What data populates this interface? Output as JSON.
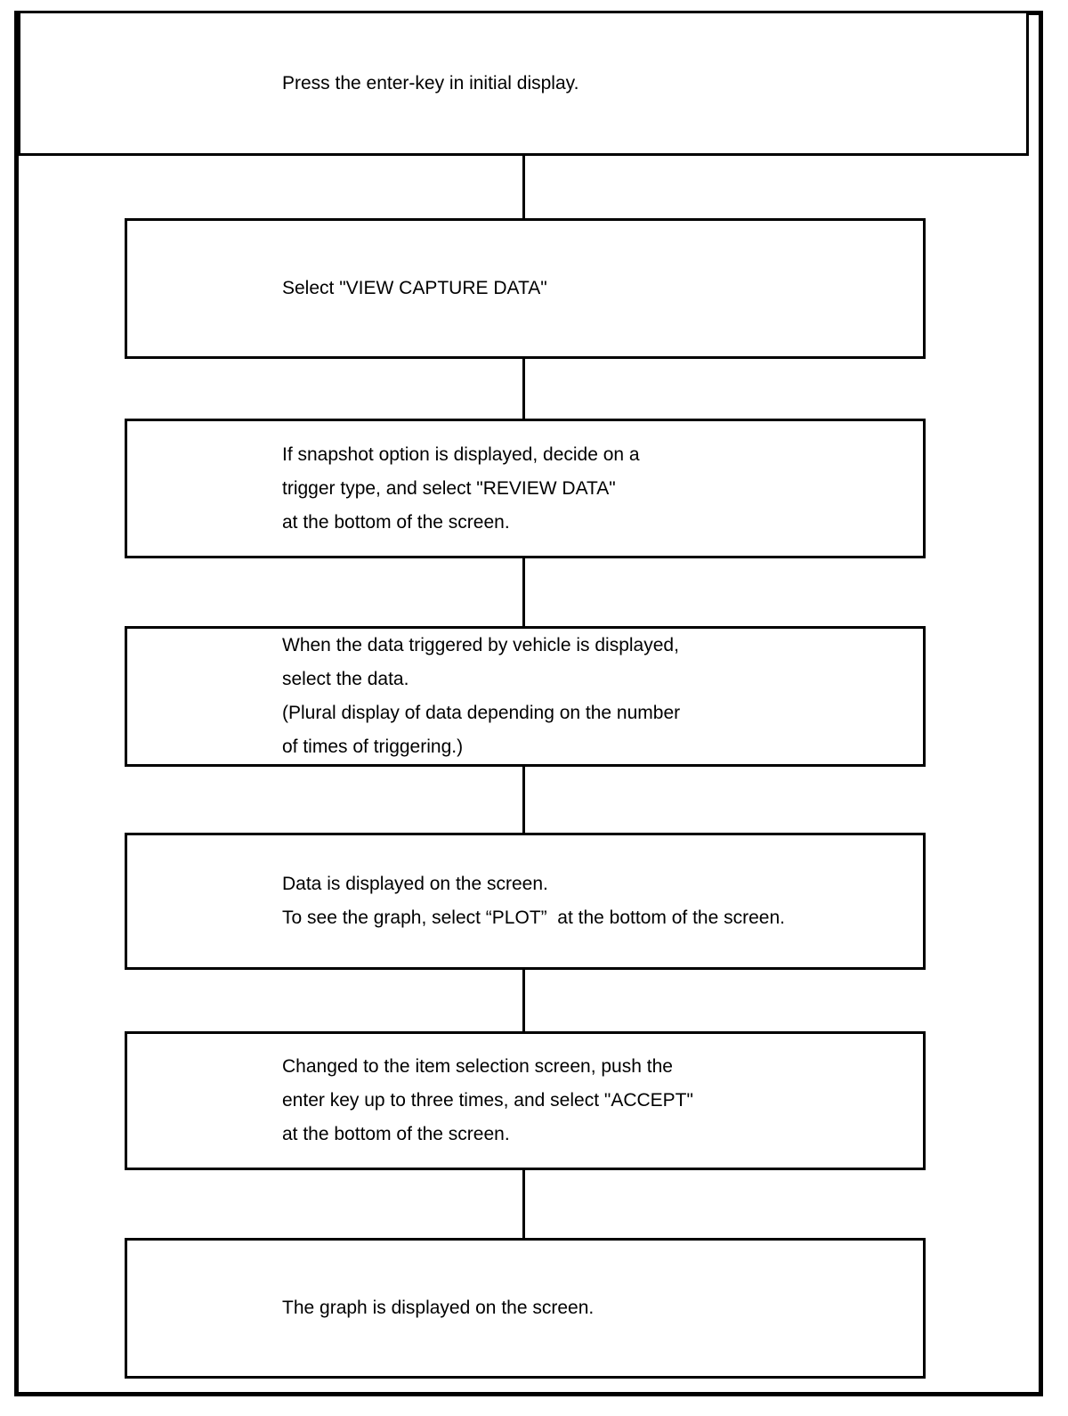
{
  "page": {
    "background_color": "#ffffff",
    "line_color": "#000000"
  },
  "flowchart": {
    "type": "vertical-flow",
    "steps": [
      {
        "id": 1,
        "lines": [
          "Press the enter-key in initial display."
        ]
      },
      {
        "id": 2,
        "lines": [
          "Select \"VIEW CAPTURE DATA\""
        ]
      },
      {
        "id": 3,
        "lines": [
          "If snapshot option is displayed, decide on a",
          "trigger type, and select \"REVIEW DATA\"",
          "at the bottom of the screen."
        ]
      },
      {
        "id": 4,
        "lines": [
          "When the data triggered by vehicle is displayed,",
          "select the data.",
          "(Plural display of data depending on the number",
          "of times of triggering.)"
        ]
      },
      {
        "id": 5,
        "lines": [
          "Data is displayed on the screen.",
          "To see the graph, select “PLOT”  at the bottom of the screen."
        ]
      },
      {
        "id": 6,
        "lines": [
          "Changed to the item selection screen, push the",
          "enter key up to three times, and select \"ACCEPT\"",
          "at the bottom of the screen."
        ]
      },
      {
        "id": 7,
        "lines": [
          "The graph is displayed on the screen."
        ]
      }
    ]
  }
}
